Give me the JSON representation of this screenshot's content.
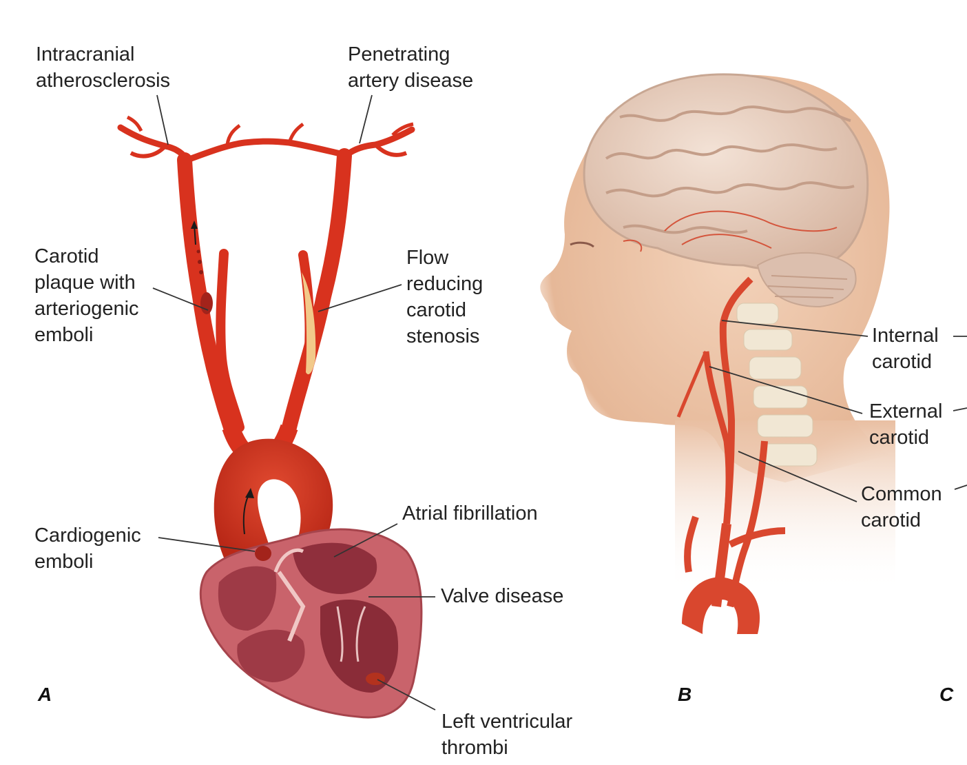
{
  "labels": {
    "intracranial": "Intracranial\natherosclerosis",
    "penetrating": "Penetrating\nartery disease",
    "carotid_plaque": "Carotid\nplaque with\narteriogenic\nemboli",
    "flow_reducing": "Flow\nreducing\ncarotid\nstenosis",
    "atrial_fibrillation": "Atrial fibrillation",
    "cardiogenic": "Cardiogenic\nemboli",
    "valve_disease": "Valve disease",
    "lv_thrombi": "Left ventricular\nthrombi",
    "internal_carotid": "Internal\ncarotid",
    "external_carotid": "External\ncarotid",
    "common_carotid": "Common\ncarotid"
  },
  "panels": {
    "a": "A",
    "b": "B",
    "c": "C"
  },
  "colors": {
    "artery": "#d8321e",
    "artery_dark": "#b32315",
    "plaque": "#f2c98a",
    "skin": "#ecc3a6",
    "brain": "#e8cdbb",
    "heart": "#c45a63",
    "heart_inner": "#9e3a46",
    "spine": "#f1e7d4"
  }
}
